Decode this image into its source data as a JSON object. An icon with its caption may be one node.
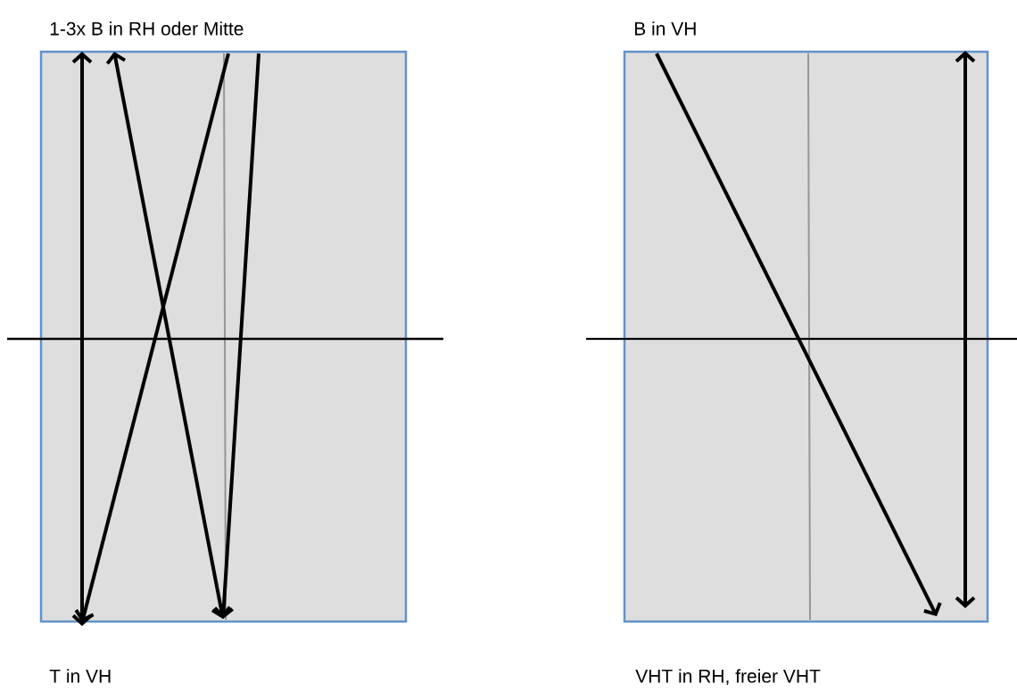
{
  "diagram": {
    "nodes": [
      {
        "text": [
          "1-3x B in RH oder Mitte",
          "T in VH"
        ]
      },
      {
        "text": [
          "B in VH",
          "VHT in RH, freier VHT"
        ]
      }
    ]
  }
}
